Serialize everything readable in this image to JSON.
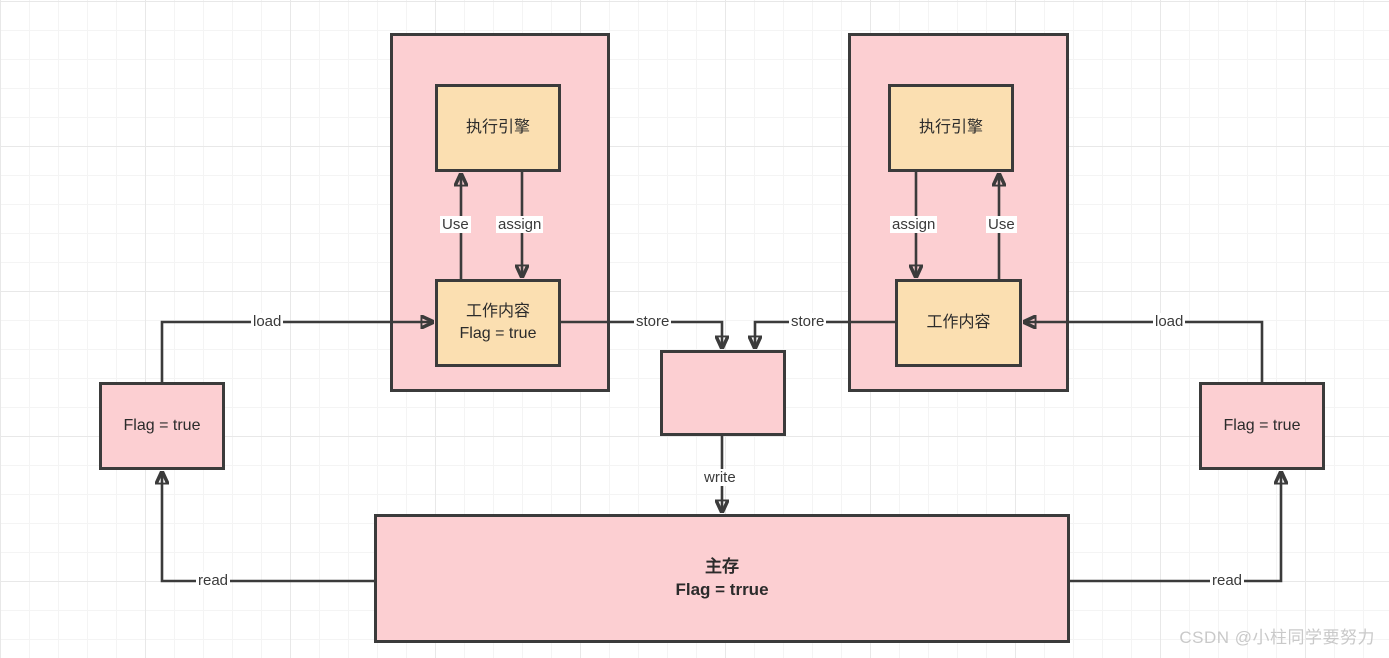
{
  "diagram": {
    "title": "Java Memory Model volatile visibility diagram",
    "colors": {
      "thread_fill": "#fccfd2",
      "inner_fill": "#fbdfb1",
      "stroke": "#3b3b3b",
      "background": "#ffffff",
      "grid_minor": "#f4f4f4",
      "grid_major": "#e8e8e8",
      "watermark": "#c9c9c9"
    },
    "thread_left": {
      "engine_label": "执行引擎",
      "work_label_line1": "工作内容",
      "work_label_line2": "Flag = true",
      "use_label": "Use",
      "assign_label": "assign"
    },
    "thread_right": {
      "engine_label": "执行引擎",
      "work_label_line1": "工作内容",
      "use_label": "Use",
      "assign_label": "assign"
    },
    "cache_left": {
      "label": "Flag = true"
    },
    "cache_right": {
      "label": "Flag = true"
    },
    "buffer_middle": {
      "label": ""
    },
    "main_memory": {
      "title": "主存",
      "value": "Flag = trrue"
    },
    "edges": {
      "load_left": "load",
      "load_right": "load",
      "store_left": "store",
      "store_right": "store",
      "read_left": "read",
      "read_right": "read",
      "write": "write"
    },
    "watermark": "CSDN @小柱同学要努力"
  }
}
